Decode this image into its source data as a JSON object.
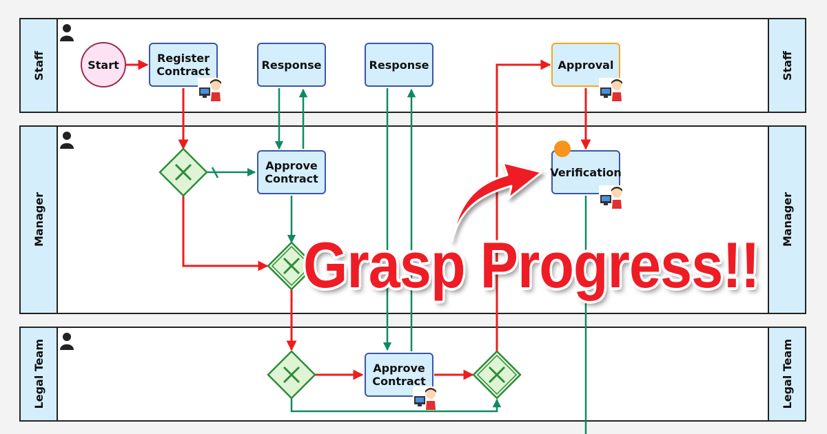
{
  "lanes": {
    "staff": {
      "label": "Staff"
    },
    "manager": {
      "label": "Manager"
    },
    "legal": {
      "label": "Legal Team"
    }
  },
  "nodes": {
    "start": "Start",
    "register_contract": "Register Contract",
    "response_1": "Response",
    "response_2": "Response",
    "approval": "Approval",
    "approve_contract_manager": "Approve Contract",
    "verification": "Verification",
    "approve_contract_legal": "Approve Contract"
  },
  "headline": "Grasp Progress!!",
  "colors": {
    "flow_red": "#ee1c1c",
    "flow_green": "#0f8a5f",
    "task_border": "#3a55a8",
    "task_fill": "#d4eefb",
    "highlight_border": "#f5a623",
    "token": "#f7941d"
  }
}
